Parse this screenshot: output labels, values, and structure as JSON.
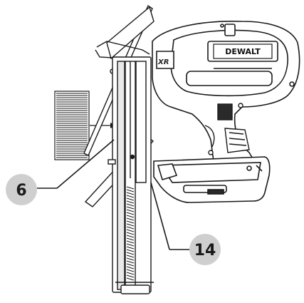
{
  "callouts": {
    "magazine_label": "6",
    "nose_label": "14"
  },
  "brand": {
    "logo": "DEWALT",
    "badge": "XR"
  },
  "colors": {
    "line": "#1a1a1a",
    "callout_fill": "#cfcfcf",
    "background": "#ffffff"
  }
}
